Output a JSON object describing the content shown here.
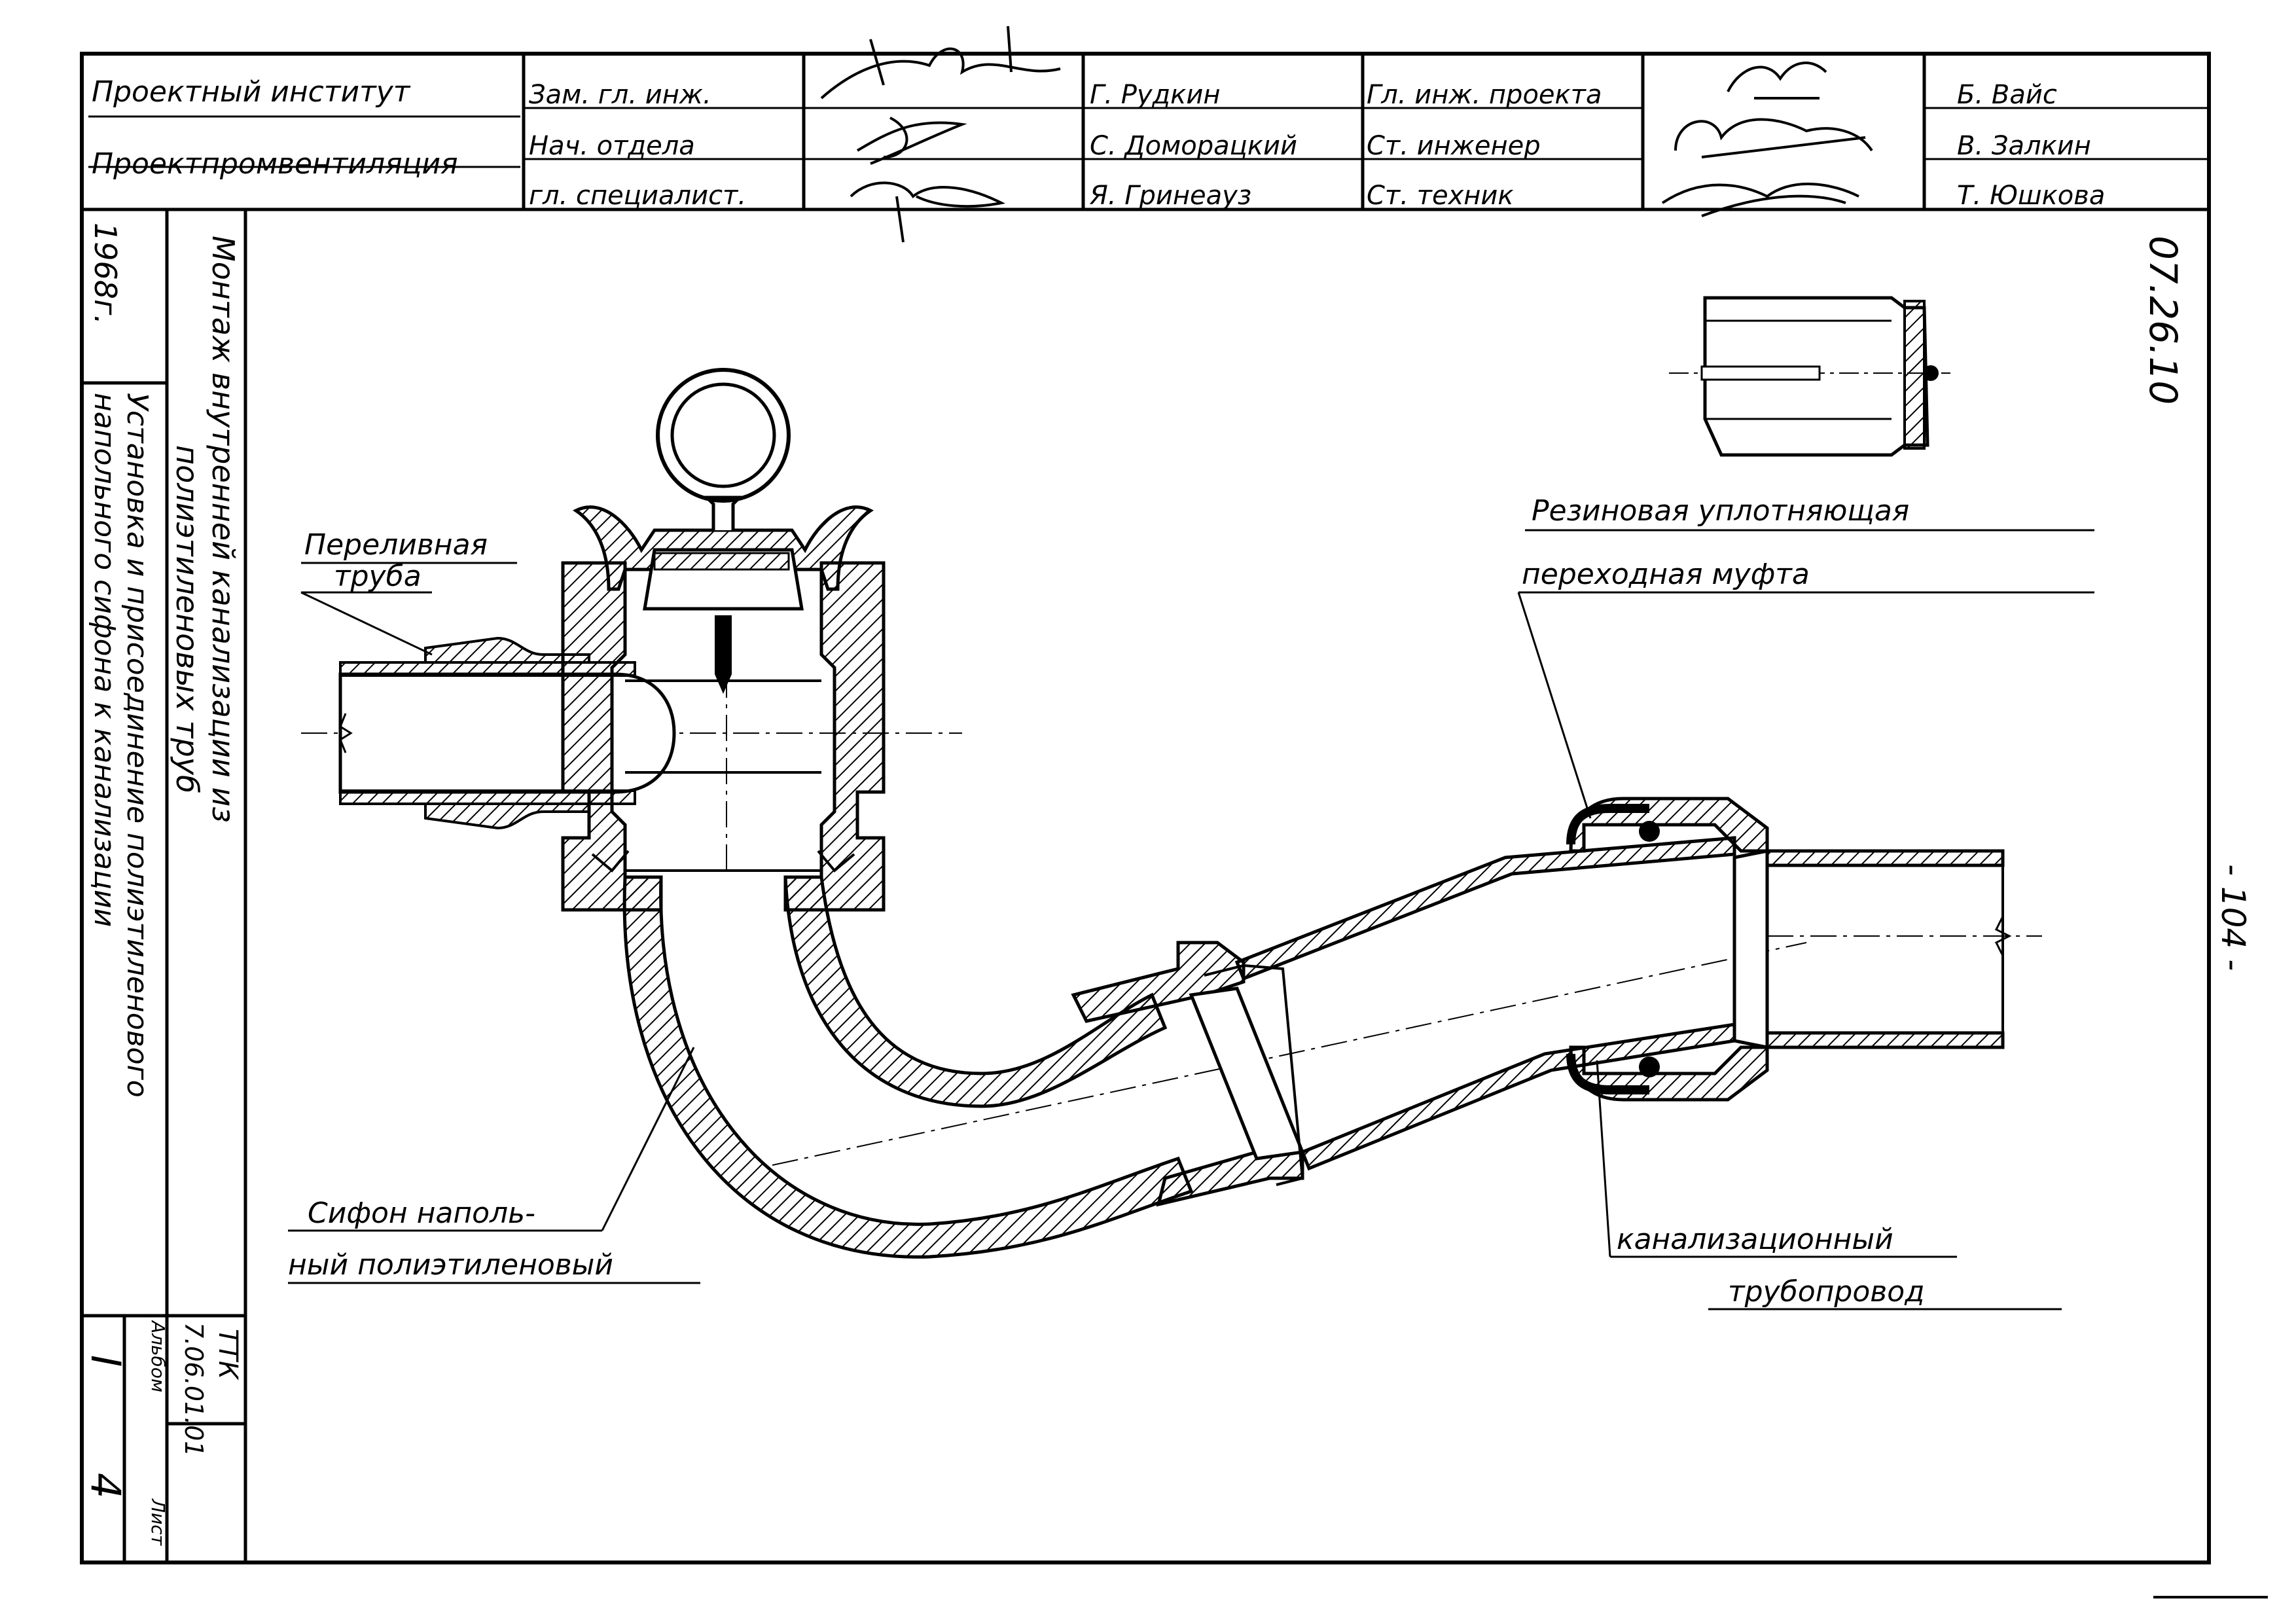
{
  "title_block": {
    "institute_line1": "Проектный институт",
    "institute_line2": "Проектпромвентиляция",
    "positions_left": [
      "Зам. гл. инж.",
      "Нач. отдела",
      "гл. специалист."
    ],
    "names_left": [
      "Г. Рудкин",
      "С. Доморацкий",
      "Я. Гринеауз"
    ],
    "positions_right": [
      "Гл. инж. проекта",
      "Ст. инженер",
      "Ст. техник"
    ],
    "names_right": [
      "Б. Вайс",
      "В. Залкин",
      "Т. Юшкова"
    ]
  },
  "side_panel": {
    "year": "1968г.",
    "subject_line1": "Монтаж внутренней канализации из",
    "subject_line2": "полиэтиленовых труб",
    "drawing_line1": "Установка и присоединение полиэтиленового",
    "drawing_line2": "напольного сифона к канализации",
    "series": "ТТК",
    "series_number": "7.06.01.01",
    "album_label": "Альбом",
    "sheet_label": "Лист",
    "album_value": "I",
    "sheet_value": "4"
  },
  "drawing_code": "07.26.10",
  "page_number": "- 104 -",
  "labels": {
    "overflow_pipe_1": "Переливная",
    "overflow_pipe_2": "труба",
    "rubber_seal_1": "Резиновая уплотняющая",
    "rubber_seal_2": "переходная муфта",
    "siphon_1": "Сифон наполь-",
    "siphon_2": "ный полиэтиленовый",
    "sewer_1": "канализационный",
    "sewer_2": "трубопровод"
  }
}
